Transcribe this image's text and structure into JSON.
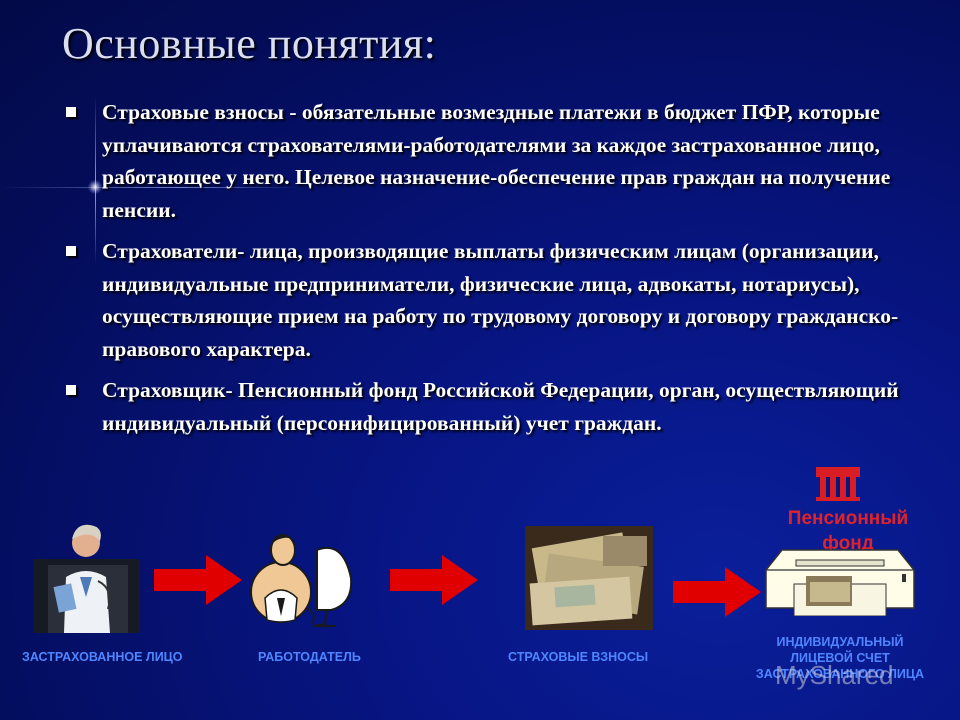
{
  "title": "Основные понятия:",
  "bullets": [
    "Страховые взносы - обязательные возмездные платежи в бюджет ПФР, которые уплачиваются страхователями-работодателями за каждое застрахованное лицо, работающее у него. Целевое назначение-обеспечение прав граждан на получение пенсии.",
    "Страхователи- лица, производящие выплаты физическим лицам (организации, индивидуальные предприниматели, физические лица, адвокаты, нотариусы), осуществляющие прием на работу по трудовому договору и договору гражданско-правового характера.",
    "Страховщик- Пенсионный фонд Российской Федерации, орган, осуществляющий индивидуальный (персонифицированный) учет граждан."
  ],
  "diagram": {
    "insured_label": "ЗАСТРАХОВАННОЕ ЛИЦО",
    "employer_label": "РАБОТОДАТЕЛЬ",
    "contributions_label": "СТРАХОВЫЕ ВЗНОСЫ",
    "fund_label": "Пенсионный фонд",
    "account_label": "ИНДИВИДУАЛЬНЫЙ ЛИЦЕВОЙ СЧЕТ ЗАСТРАХОВАННОГО ЛИЦА"
  },
  "watermark": "MyShared",
  "colors": {
    "background": "#071583",
    "arrow": "#e00000",
    "caption": "#4f86ff",
    "fund_label": "#e0232b"
  },
  "icons": [
    "doctor-figure",
    "employer-figure",
    "banknotes-photo",
    "pension-fund-logo",
    "account-printer"
  ]
}
